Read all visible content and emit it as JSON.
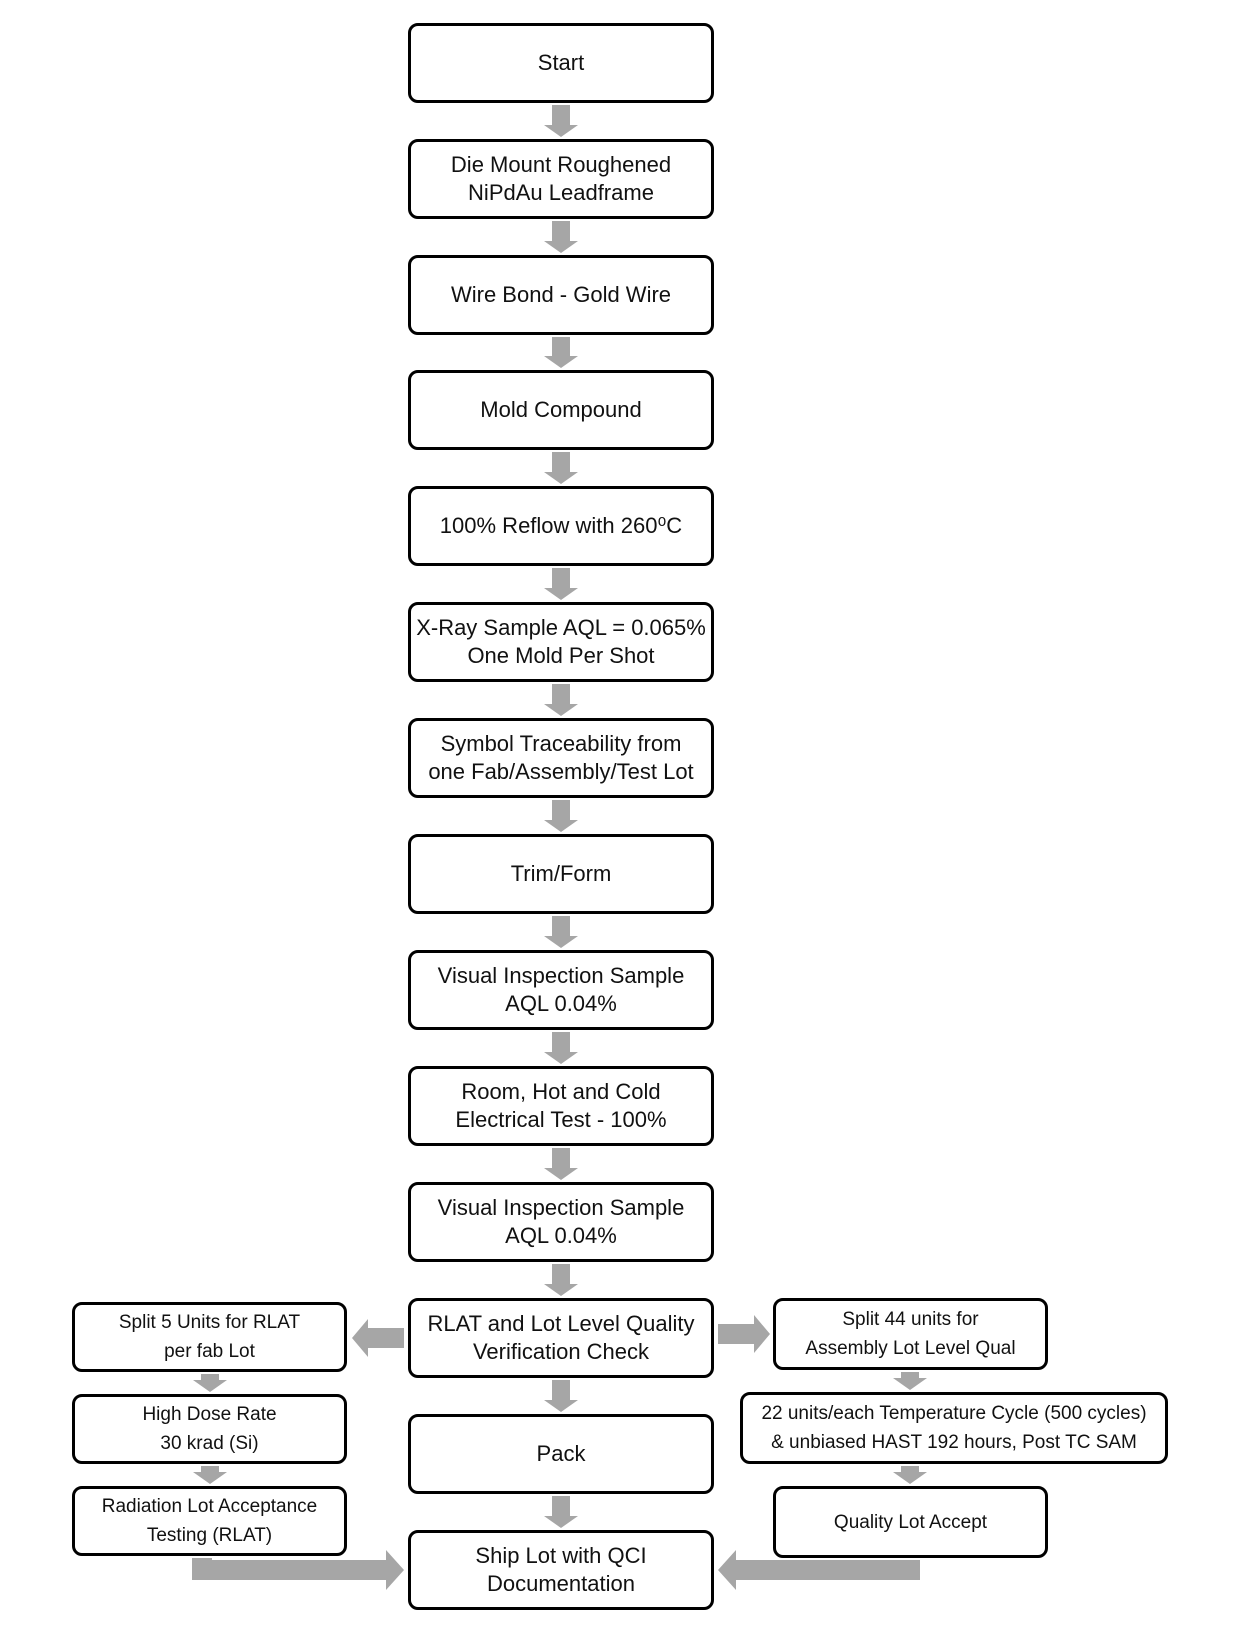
{
  "flowchart": {
    "main": {
      "start": "Start",
      "die_mount": "Die Mount Roughened\nNiPdAu Leadframe",
      "wire_bond": "Wire Bond - Gold Wire",
      "mold": "Mold Compound",
      "reflow": "100% Reflow with 260⁰C",
      "xray": "X-Ray Sample AQL = 0.065%\nOne Mold Per Shot",
      "symbol": "Symbol Traceability from\none Fab/Assembly/Test Lot",
      "trim": "Trim/Form",
      "visual_1": "Visual Inspection Sample\nAQL 0.04%",
      "electrical": "Room, Hot and Cold\nElectrical Test - 100%",
      "visual_2": "Visual Inspection Sample\nAQL 0.04%",
      "rlat_check": "RLAT and Lot Level Quality\nVerification Check",
      "pack": "Pack",
      "ship": "Ship Lot with QCI\nDocumentation"
    },
    "left_branch": {
      "split": "Split 5 Units for RLAT\nper fab Lot",
      "high_dose": "High Dose Rate\n30 krad (Si)",
      "radiation": "Radiation Lot Acceptance\nTesting (RLAT)"
    },
    "right_branch": {
      "split": "Split 44 units for\nAssembly Lot Level Qual",
      "temp_cycle": "22 units/each Temperature Cycle (500 cycles)\n& unbiased HAST 192 hours, Post TC SAM",
      "quality_accept": "Quality Lot Accept"
    }
  },
  "colors": {
    "arrow": "#a6a6a6",
    "box_border": "#000000",
    "text": "#111111"
  }
}
